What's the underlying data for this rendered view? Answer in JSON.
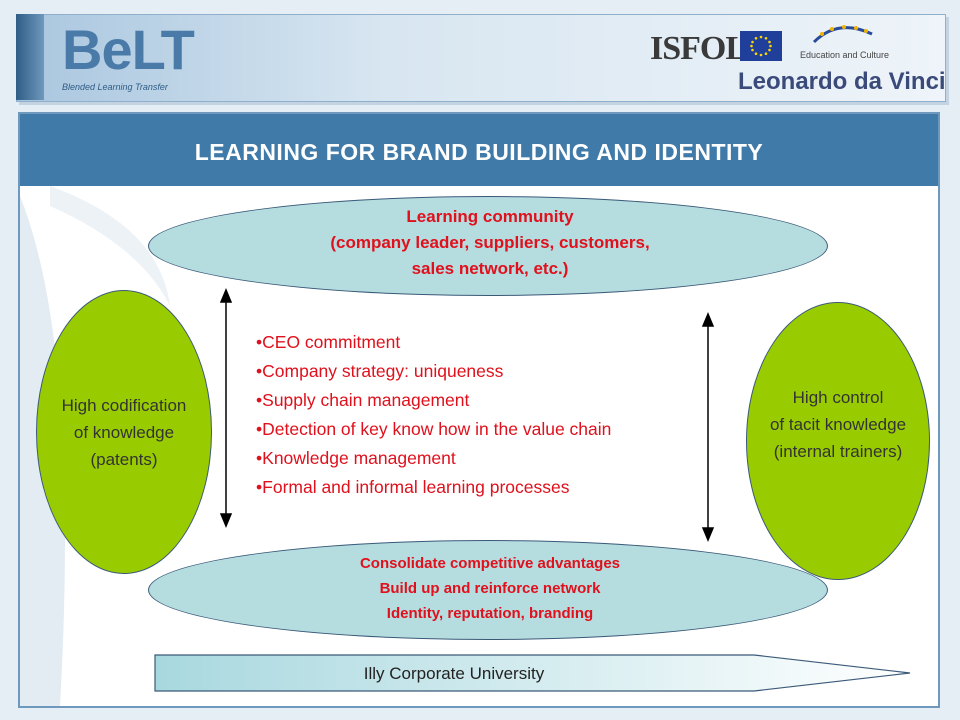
{
  "header": {
    "logo_main": "BeLT",
    "logo_subtitle": "Blended Learning Transfer",
    "partner_isfol": "ISFOL",
    "partner_edu": "Education and Culture",
    "partner_program": "Leonardo da Vinci"
  },
  "title": "LEARNING FOR BRAND BUILDING AND IDENTITY",
  "top_ellipse": {
    "lines": [
      "Learning community",
      "(company leader, suppliers, customers,",
      "sales network, etc.)"
    ]
  },
  "left_ellipse": {
    "lines": [
      "High codification",
      "of knowledge",
      "(patents)"
    ]
  },
  "right_ellipse": {
    "lines": [
      "High control",
      "of tacit knowledge",
      "(internal trainers)"
    ]
  },
  "bullets": [
    "CEO commitment",
    "Company strategy: uniqueness",
    "Supply chain management",
    "Detection of key know how in the value chain",
    "Knowledge management",
    "Formal and informal learning processes"
  ],
  "bottom_ellipse": {
    "lines": [
      "Consolidate competitive advantages",
      "Build up and reinforce network",
      "Identity, reputation, branding"
    ]
  },
  "banner": "Illy Corporate University",
  "colors": {
    "title_bar": "#3f7aa8",
    "ellipse_blue": "#b5dde0",
    "ellipse_green": "#99cc00",
    "accent_red": "#e0101c"
  }
}
